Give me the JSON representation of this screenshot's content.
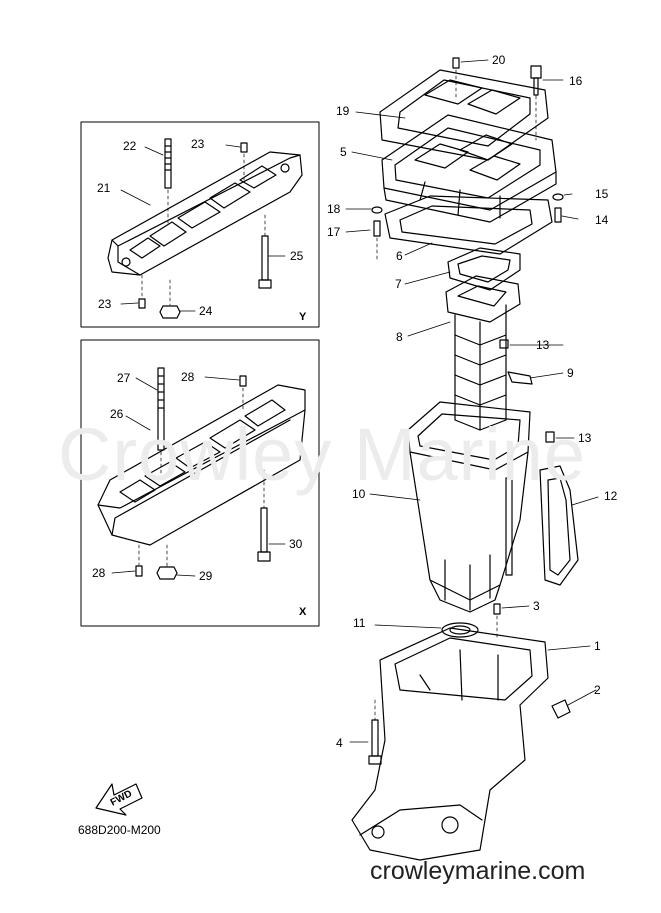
{
  "watermark": "Crowley Marine",
  "callouts": {
    "c1": "1",
    "c2": "2",
    "c3": "3",
    "c4": "4",
    "c5": "5",
    "c6": "6",
    "c7": "7",
    "c8": "8",
    "c9": "9",
    "c10": "10",
    "c11": "11",
    "c12": "12",
    "c13a": "13",
    "c13b": "13",
    "c14": "14",
    "c15": "15",
    "c16": "16",
    "c17": "17",
    "c18": "18",
    "c19": "19",
    "c20": "20",
    "c21": "21",
    "c22": "22",
    "c23a": "23",
    "c23b": "23",
    "c24": "24",
    "c25": "25",
    "c26": "26",
    "c27": "27",
    "c28a": "28",
    "c28b": "28",
    "c29": "29",
    "c30": "30"
  },
  "insets": {
    "y": "Y",
    "x": "X"
  },
  "fwd": "FWD",
  "diagram_code": "688D200-M200",
  "website": "crowleymarine.com"
}
